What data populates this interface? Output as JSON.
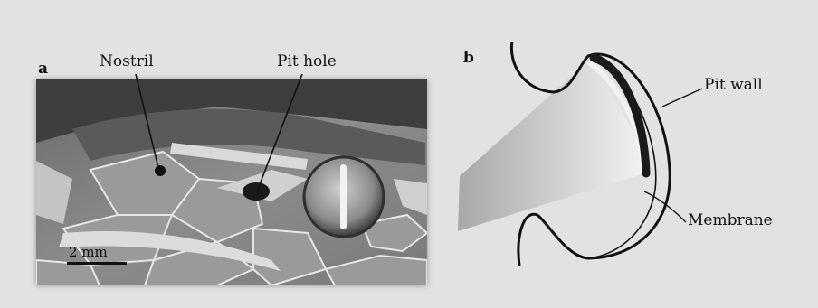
{
  "figure": {
    "panel_a": {
      "letter": "a",
      "nostril_label": "Nostril",
      "pit_hole_label": "Pit hole",
      "scale_bar_label": "2 mm"
    },
    "panel_b": {
      "letter": "b",
      "pit_wall_label": "Pit wall",
      "membrane_label": "Membrane"
    }
  }
}
